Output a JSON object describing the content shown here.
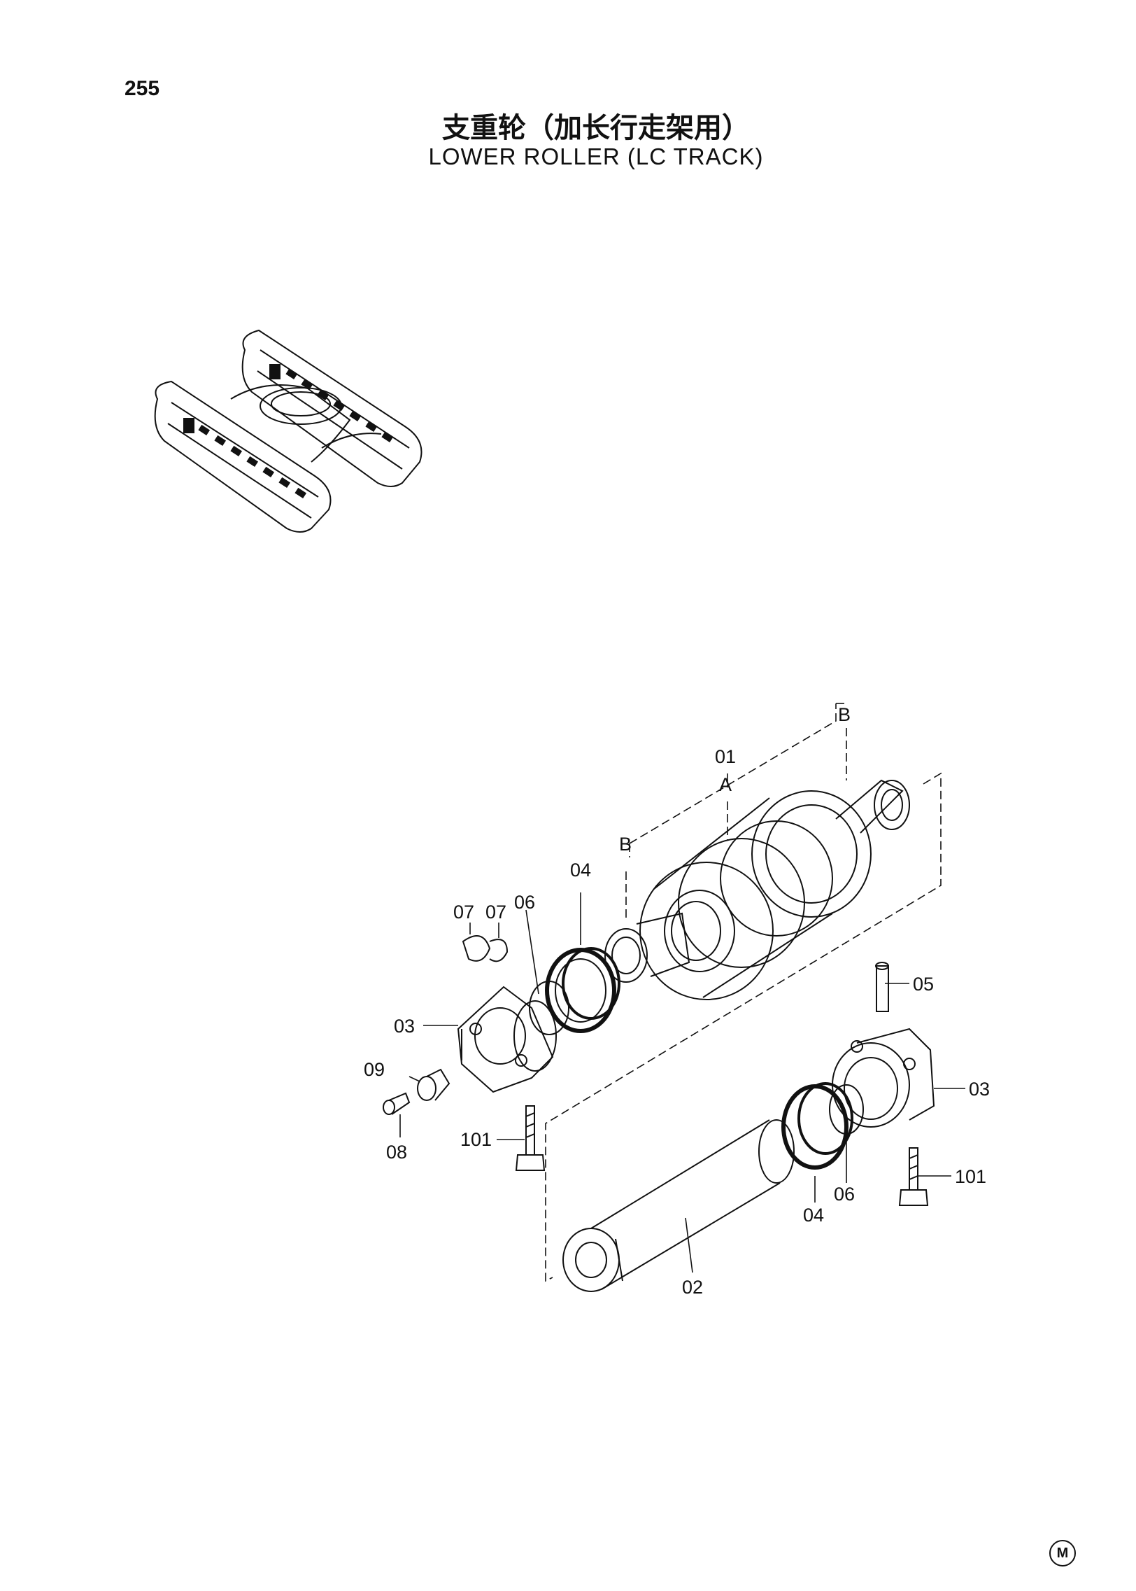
{
  "page": {
    "number": "255",
    "title_cn": "支重轮（加长行走架用）",
    "title_en": "LOWER ROLLER (LC TRACK)",
    "mark": "M"
  },
  "callouts": {
    "c01": "01",
    "cA": "A",
    "cB1": "B",
    "cB2": "B",
    "c02": "02",
    "c03a": "03",
    "c03b": "03",
    "c04a": "04",
    "c04b": "04",
    "c05": "05",
    "c06a": "06",
    "c06b": "06",
    "c07a": "07",
    "c07b": "07",
    "c08": "08",
    "c09": "09",
    "c101a": "101",
    "c101b": "101"
  }
}
